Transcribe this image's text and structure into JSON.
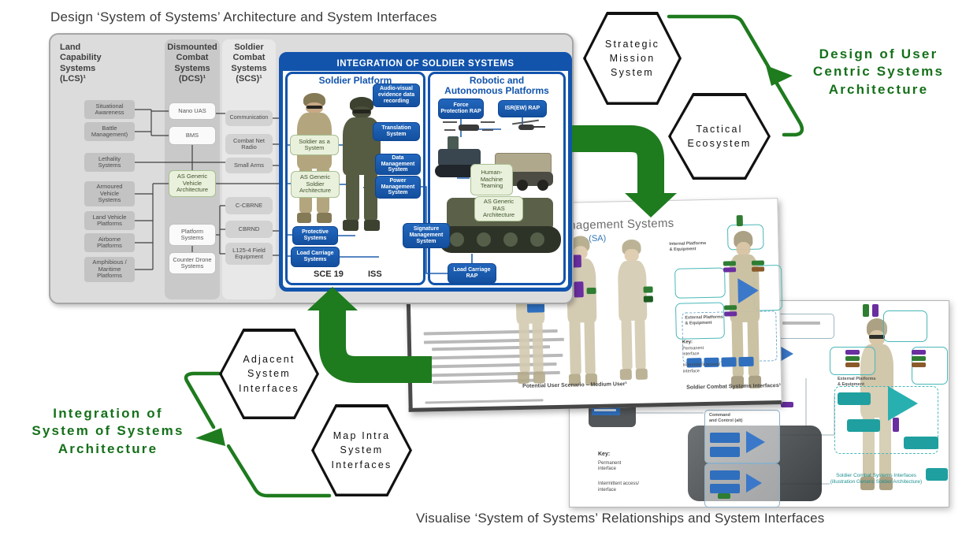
{
  "captions": {
    "top": "Design ‘System of Systems’ Architecture and System Interfaces",
    "bottom": "Visualise ‘System of Systems’ Relationships and System Interfaces"
  },
  "green_labels": {
    "right": "Design of User\nCentric Systems\nArchitecture",
    "left": "Integration of\nSystem of Systems\nArchitecture"
  },
  "hexagons": {
    "strategic": "Strategic\nMission\nSystem",
    "tactical": "Tactical\nEcosystem",
    "adjacent": "Adjacent\nSystem\nInterfaces",
    "map_intra": "Map Intra\nSystem\nInterfaces"
  },
  "colors": {
    "green": "#1e7b1e",
    "green_text": "#15701a",
    "blue": "#1254ac",
    "teal": "#1f9f9f"
  },
  "sos_panel": {
    "lcs": {
      "header": "Land\nCapability\nSystems\n(LCS)¹",
      "items": [
        "Situational\nAwareness",
        "Battle\nManagement)",
        "Lethality\nSystems",
        "Armoured\nVehicle\nSystems",
        "Land Vehicle\nPlatforms",
        "Airborne\nPlatforms",
        "Amphibious /\nMaritime\nPlatforms"
      ]
    },
    "dcs": {
      "header": "Dismounted\nCombat\nSystems\n(DCS)¹",
      "items": [
        "Nano UAS",
        "BMS",
        "AS Generic\nVehicle\nArchitecture",
        "Platform\nSystems",
        "Counter Drone\nSystems"
      ]
    },
    "scs": {
      "header": "Soldier\nCombat\nSystems\n(SCS)¹",
      "items": [
        "Communication",
        "Combat Net\nRadio",
        "Small Arms",
        "C-CBRNE",
        "CBRND",
        "L125-4 Field\nEquipment"
      ]
    },
    "integration": {
      "title": "INTEGRATION OF SOLDIER SYSTEMS",
      "soldier_platform": {
        "title": "Soldier Platform",
        "green_boxes": [
          "Soldier as a\nSystem",
          "AS Generic\nSoldier\nArchitecture"
        ],
        "blue_boxes": [
          "Audio-visual\nevidence data\nrecording",
          "Translation\nSystem",
          "Data\nManagement\nSystem",
          "Power\nManagement\nSystem",
          "Protective\nSystems",
          "Load Carriage\nSystems"
        ],
        "footer_labels": [
          "SCE 19",
          "ISS"
        ]
      },
      "signature_box": "Signature\nManagement\nSystem",
      "robotic": {
        "title": "Robotic and\nAutonomous Platforms",
        "blue_boxes": [
          "Force\nProtection RAP",
          "ISR(EW) RAP",
          "Load Carriage\nRAP"
        ],
        "green_boxes": [
          "Human-\nMachine\nTeaming",
          "AS Generic\nRAS\nArchitecture"
        ]
      }
    }
  },
  "screenshot1": {
    "title": "Management Systems",
    "subtitle": "(SA)",
    "labels": {
      "internal": "Internal Platforms\n& Equipment",
      "external": "External Platforms\n& Equipment"
    },
    "key": {
      "title": "Key:",
      "items": [
        "Permanent\ninterface",
        "Intermittent access/\ninterface"
      ]
    },
    "captions": {
      "left": "Potential User Scenario – Medium User¹",
      "right": "Soldier Combat Systems Interfaces¹"
    }
  },
  "screenshot2": {
    "c2_label": "Command\nand Control (alt)",
    "external_label": "External Platforms\n& Equipment",
    "key": {
      "title": "Key:",
      "items": [
        "Permanent\ninterface",
        "Intermittent access/\ninterface"
      ]
    },
    "caption": "Soldier Combat Systems Interfaces\n(illustration Generic Soldier Architecture)"
  }
}
